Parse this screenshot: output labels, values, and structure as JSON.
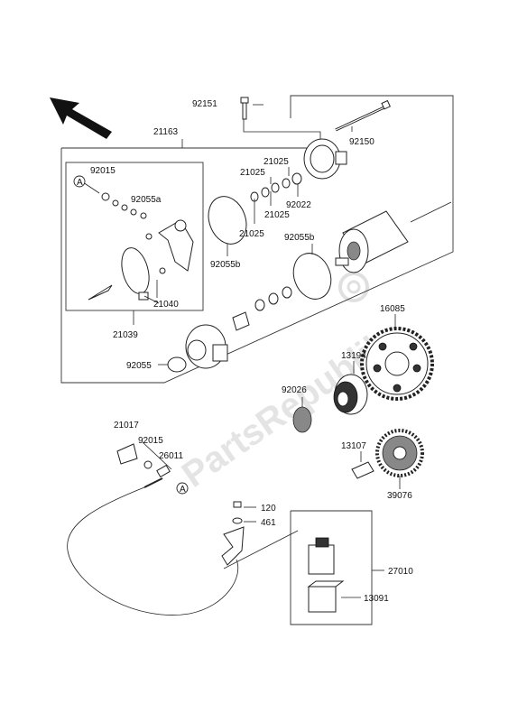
{
  "labels": {
    "p92151": "92151",
    "p21163": "21163",
    "p92150": "92150",
    "p92015a": "92015",
    "p92055a": "92055a",
    "p21025a": "21025",
    "p21025b": "21025",
    "p21025c": "21025",
    "p21025d": "21025",
    "p92022": "92022",
    "p92055b_l": "92055b",
    "p92055b_r": "92055b",
    "p21040": "21040",
    "p21039": "21039",
    "p92055": "92055",
    "p16085": "16085",
    "p13194": "13194",
    "p92026": "92026",
    "p21017": "21017",
    "p92015b": "92015",
    "p26011": "26011",
    "p13107": "13107",
    "p39076": "39076",
    "p120": "120",
    "p461": "461",
    "p27010": "27010",
    "p13091": "13091"
  },
  "markers": {
    "a1": "A",
    "a2": "A"
  },
  "watermark": "PartsRepublik",
  "icons": {
    "direction_arrow": "front-arrow-icon"
  }
}
